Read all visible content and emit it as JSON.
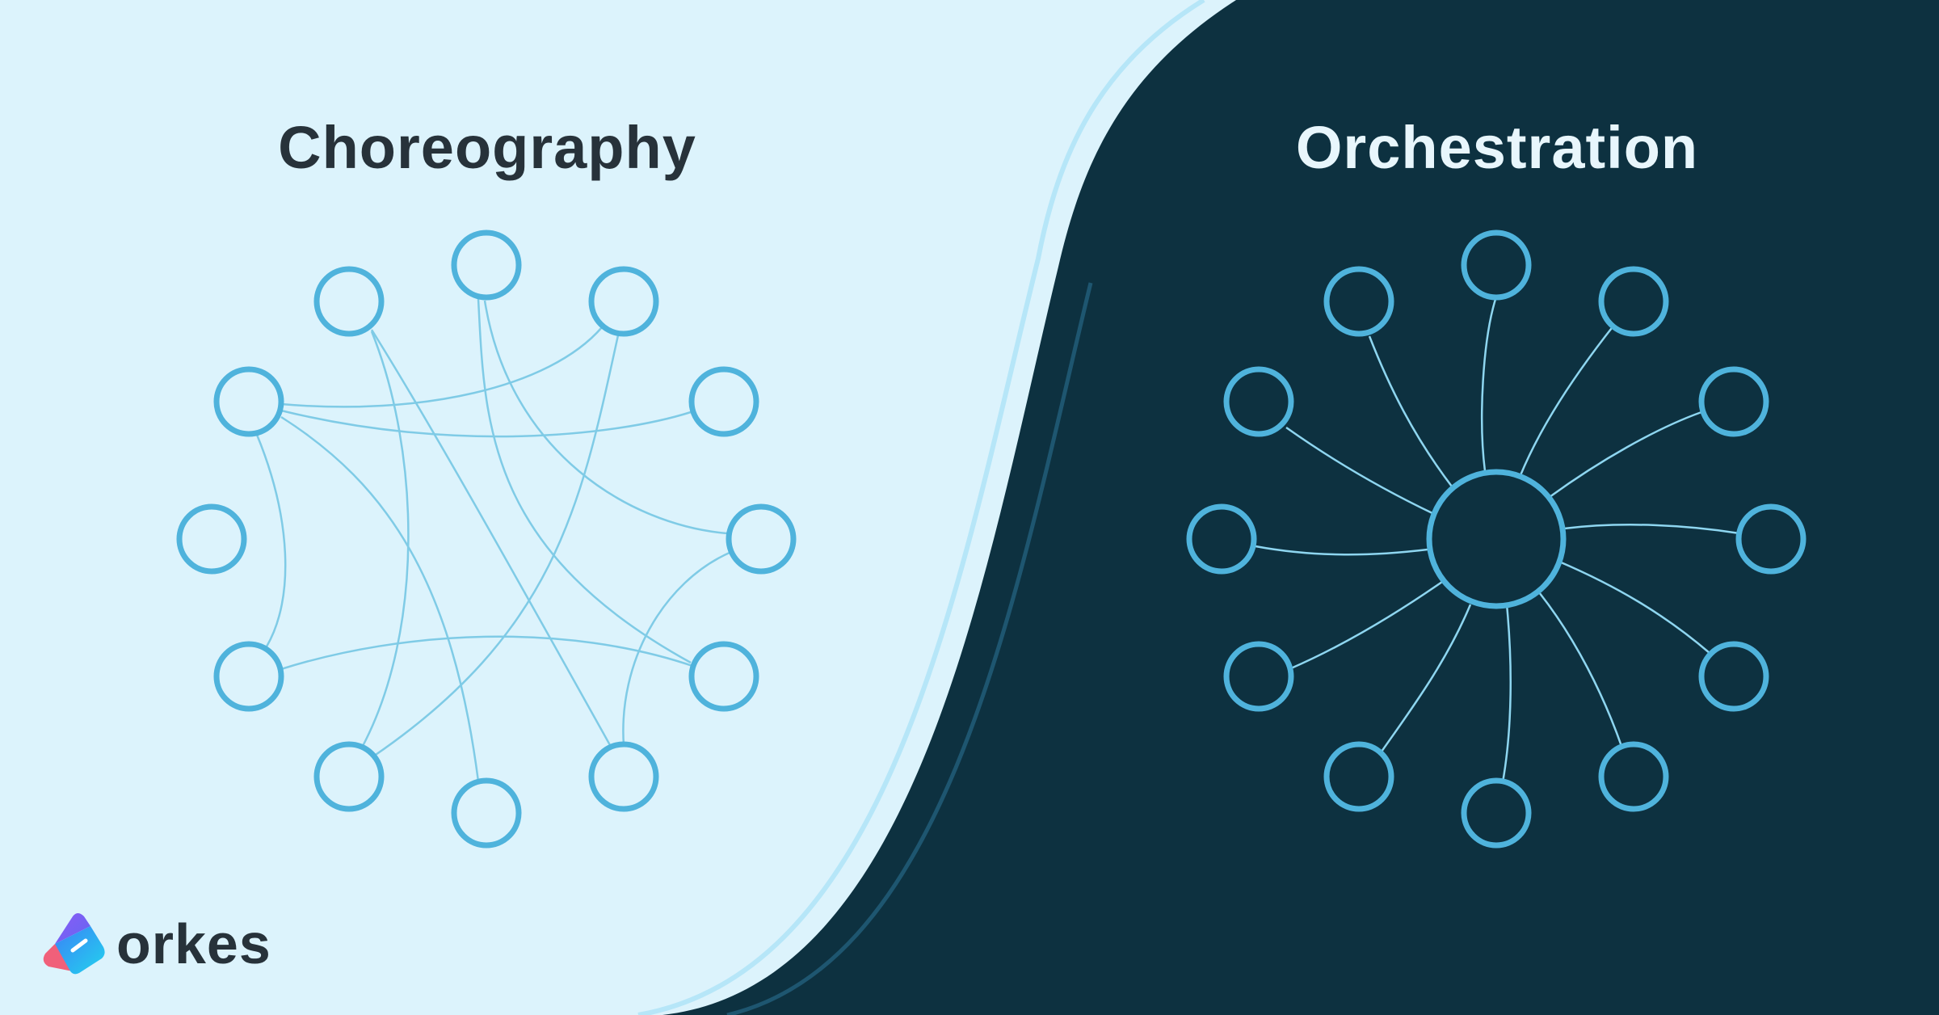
{
  "choreography": {
    "title": "Choreography",
    "nodes": [
      "n1",
      "n2",
      "n3",
      "n4",
      "n5",
      "n6",
      "n7",
      "n8",
      "n9",
      "n10",
      "n11",
      "n12"
    ]
  },
  "orchestration": {
    "title": "Orchestration",
    "hub": "hub",
    "nodes": [
      "n1",
      "n2",
      "n3",
      "n4",
      "n5",
      "n6",
      "n7",
      "n8",
      "n9",
      "n10",
      "n11",
      "n12"
    ]
  },
  "logo": {
    "text": "orkes"
  },
  "colors": {
    "light_bg": "#dcf3fc",
    "dark_bg": "#0d3140",
    "node_stroke": "#4fb3dc",
    "link": "#7fcbe6",
    "dark_title": "#27323a",
    "light_title": "#e8f6fc"
  }
}
